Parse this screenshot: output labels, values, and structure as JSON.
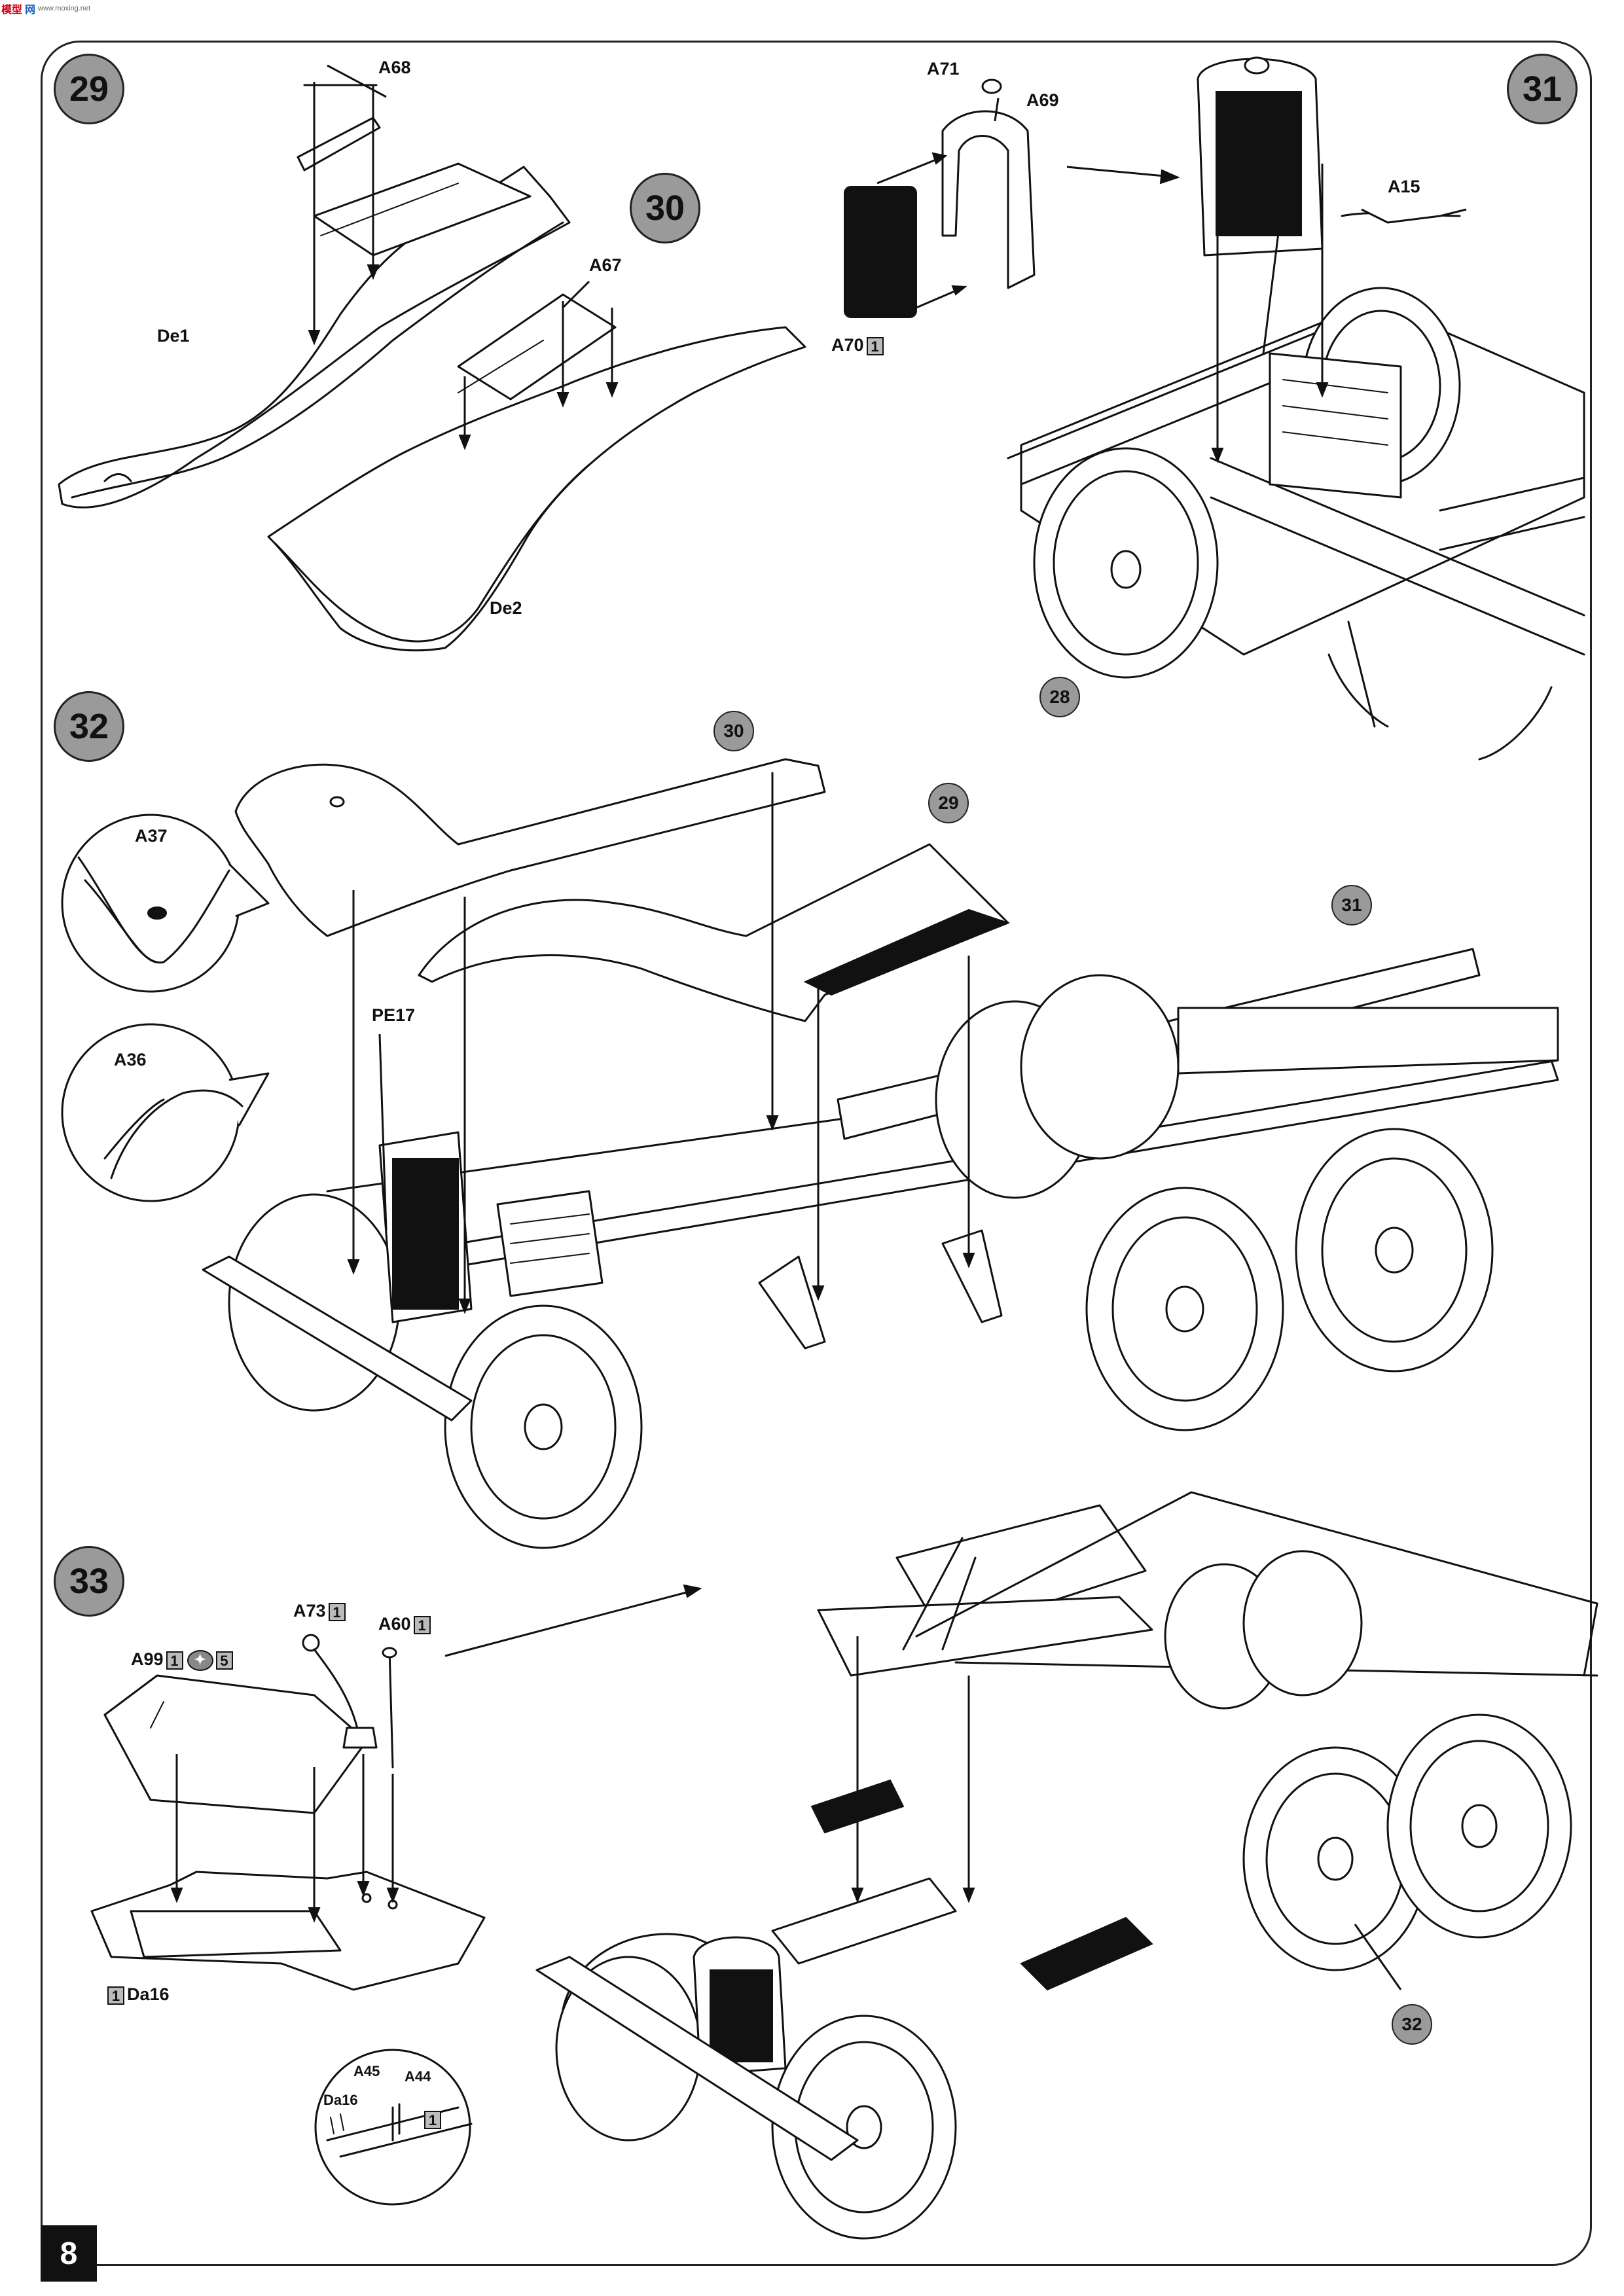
{
  "publisher_logo": {
    "part1": "模型",
    "part2": "网",
    "sub": "www.moxing.net"
  },
  "page_number": "8",
  "steps": [
    {
      "number": "29",
      "labels": [
        "A68",
        "De1"
      ]
    },
    {
      "number": "30",
      "labels": [
        "A67",
        "De2"
      ]
    },
    {
      "number": "31",
      "labels": [
        "A71",
        "A69",
        "A70",
        "A15"
      ],
      "a70_qty": "1",
      "ref": "28"
    },
    {
      "number": "32",
      "labels": [
        "A37",
        "A36",
        "PE17"
      ],
      "refs": [
        "30",
        "29",
        "31"
      ]
    },
    {
      "number": "33",
      "labels": [
        "A73",
        "A60",
        "A99",
        "Da16",
        "A45",
        "A44",
        "Da16"
      ],
      "a73_qty": "1",
      "a60_qty": "1",
      "a99_qty": "1",
      "a99_extra_qty": "5",
      "da16_qty": "1",
      "a45_qty": "1",
      "ref": "32"
    }
  ]
}
